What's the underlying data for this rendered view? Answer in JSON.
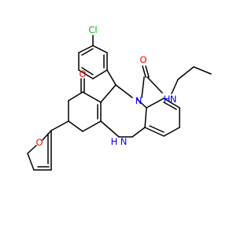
{
  "colors": {
    "carbon_bond": "#000000",
    "oxygen": "#ff0000",
    "nitrogen": "#0000ff",
    "chlorine": "#00c000"
  },
  "atoms": {
    "cl": "Cl",
    "o_carbonyl_amide": "O",
    "nh_amide": "H",
    "n_amide_label": "N",
    "n_ring": "N",
    "o_ketone": "O",
    "nh_ring": "N",
    "nh_ring_h": "H",
    "o_furan": "O"
  }
}
